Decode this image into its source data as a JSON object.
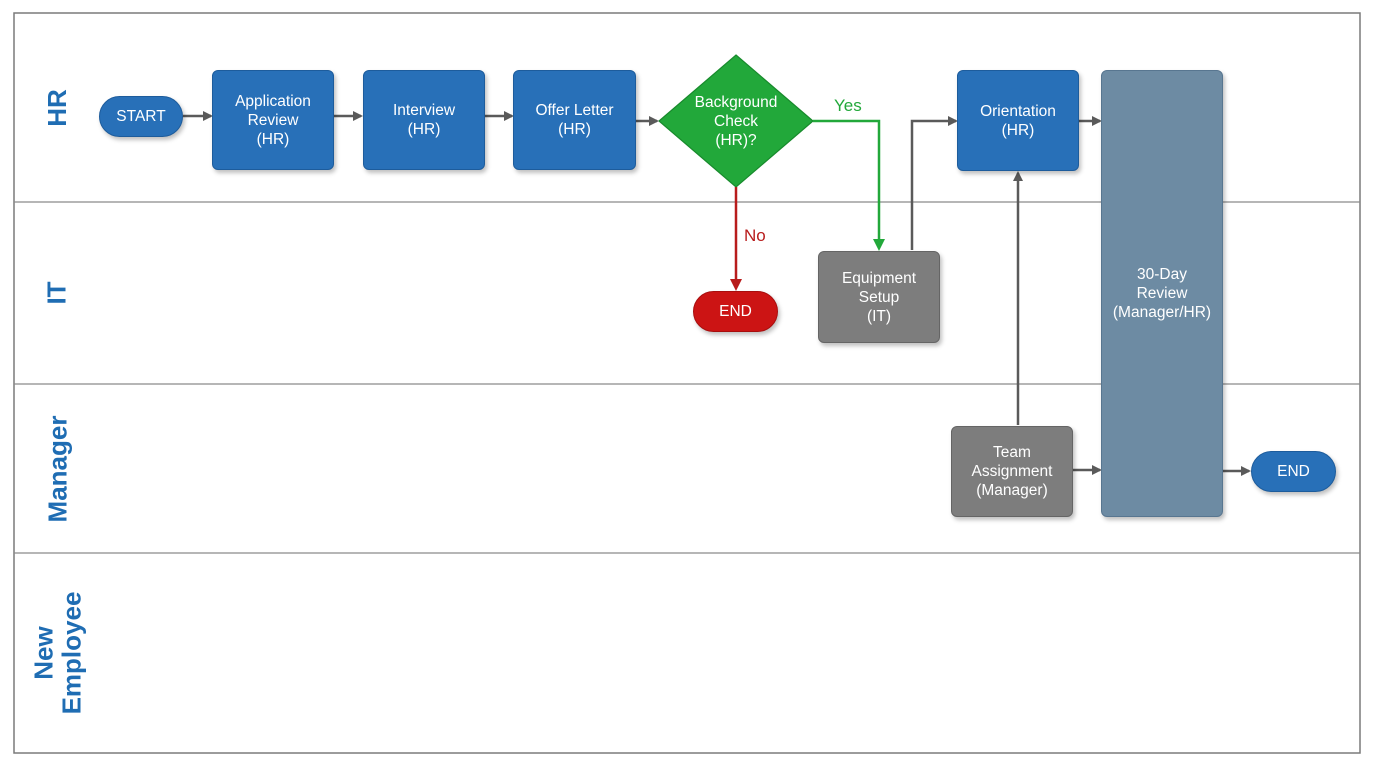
{
  "lanes": [
    {
      "id": "hr",
      "label": "HR"
    },
    {
      "id": "it",
      "label": "IT"
    },
    {
      "id": "manager",
      "label": "Manager"
    },
    {
      "id": "new_employee",
      "label": "New\nEmployee"
    }
  ],
  "nodes": {
    "start": "START",
    "application_review": "Application\nReview\n(HR)",
    "interview": "Interview\n(HR)",
    "offer_letter": "Offer Letter\n(HR)",
    "background_check": "Background\nCheck\n(HR)?",
    "end_rejected": "END",
    "equipment_setup": "Equipment\nSetup\n(IT)",
    "orientation": "Orientation\n(HR)",
    "team_assignment": "Team\nAssignment\n(Manager)",
    "review_30_day": "30-Day\nReview\n(Manager/HR)",
    "end_final": "END"
  },
  "edge_labels": {
    "yes": "Yes",
    "no": "No"
  },
  "colors": {
    "lane_text": "#1f6db3",
    "process_blue": "#2870b8",
    "decision_green": "#22a83a",
    "yes_arrow": "#22a83a",
    "no_arrow": "#b81c1c",
    "end_red": "#cc1414",
    "it_gray": "#7d7d7d",
    "review_steel": "#6d8ba3",
    "connector": "#5a5a5a"
  }
}
